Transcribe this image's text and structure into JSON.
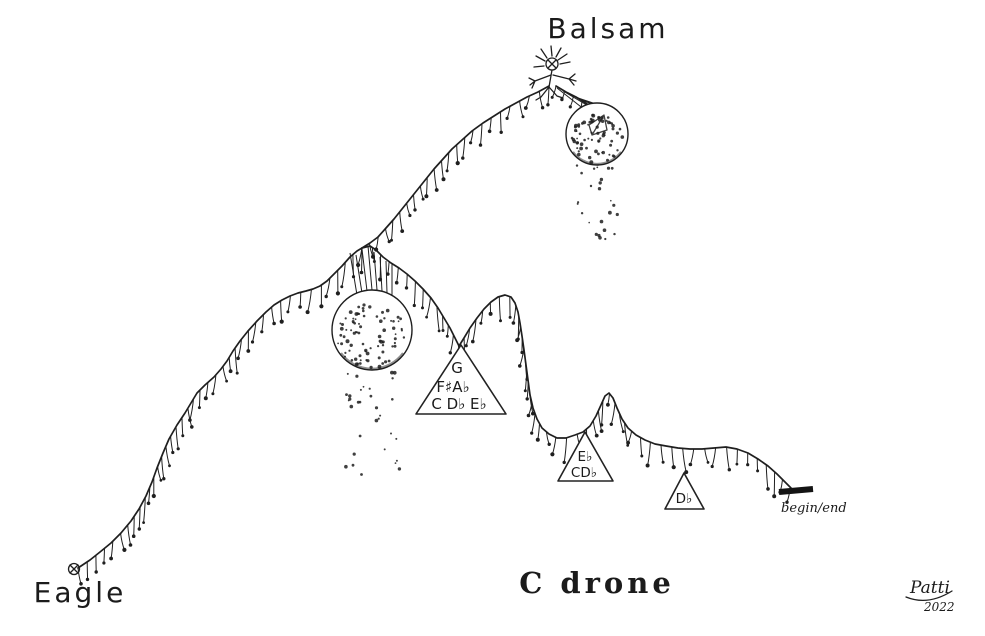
{
  "colors": {
    "ink": "#1f1f1f",
    "background": "#ffffff"
  },
  "labels": {
    "balsam": "Balsam",
    "eagle": "Eagle",
    "drone": "C drone",
    "begin_end": "begin/end",
    "signature_name": "Patti",
    "signature_year": "2022"
  },
  "triangles": {
    "large": {
      "line1": "G",
      "line2": "F♯A♭",
      "line3": "C D♭ E♭"
    },
    "medium": {
      "line1": "E♭",
      "line2": "CD♭"
    },
    "small": {
      "line1": "D♭"
    }
  }
}
